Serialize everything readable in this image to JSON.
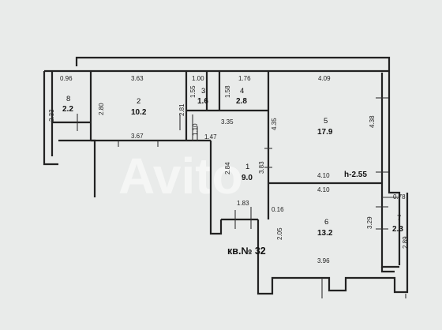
{
  "apartment_label": "кв.№ 32",
  "ceiling_height": "h-2.55",
  "watermark": "Avito",
  "rooms": [
    {
      "id": "room-1",
      "number": "1",
      "area": "9.0"
    },
    {
      "id": "room-2",
      "number": "2",
      "area": "10.2"
    },
    {
      "id": "room-3",
      "number": "3",
      "area": "1.6"
    },
    {
      "id": "room-4",
      "number": "4",
      "area": "2.8"
    },
    {
      "id": "room-5",
      "number": "5",
      "area": "17.9"
    },
    {
      "id": "room-6",
      "number": "6",
      "area": "13.2"
    },
    {
      "id": "room-7",
      "number": "7",
      "area": "2.3"
    },
    {
      "id": "room-8",
      "number": "8",
      "area": "2.2"
    }
  ],
  "dimensions": {
    "d096": "0.96",
    "d363": "3.63",
    "d100": "1.00",
    "d176": "1.76",
    "d409": "4.09",
    "d280": "2.80",
    "d281": "2.81",
    "d155": "1.55",
    "d158": "1.58",
    "d233": "2.33",
    "d110": "1.10",
    "d335": "3.35",
    "d435": "4.35",
    "d438": "4.38",
    "d367": "3.67",
    "d147": "1.47",
    "d284": "2.84",
    "d383": "3.83",
    "d410a": "4.10",
    "d410b": "4.10",
    "d078": "0.78",
    "d183": "1.83",
    "d016": "0.16",
    "d329": "3.29",
    "d205": "2.05",
    "d289": "2.89",
    "d396": "3.96"
  }
}
